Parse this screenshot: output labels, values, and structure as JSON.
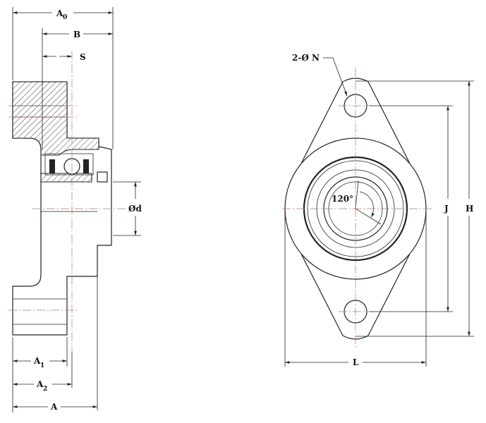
{
  "side_view": {
    "labels": {
      "a0": "A",
      "a0_sub": "0",
      "b": "B",
      "s": "S",
      "d": "Ød",
      "a1": "A",
      "a1_sub": "1",
      "a2": "A",
      "a2_sub": "2",
      "a": "A"
    }
  },
  "front_view": {
    "labels": {
      "n": "2-Ø N",
      "angle": "120°",
      "j": "J",
      "h": "H",
      "l": "L"
    }
  },
  "colors": {
    "line": "#222222",
    "centerline": "#c07070",
    "hatch": "#333333"
  }
}
